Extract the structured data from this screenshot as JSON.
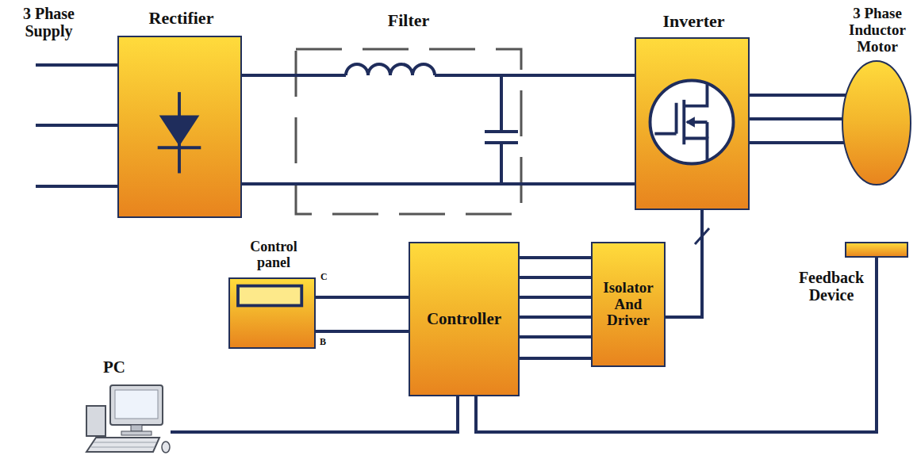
{
  "diagram": {
    "nodes": [
      {
        "text": [
          "Rectifier"
        ]
      },
      {
        "text": [
          "Filter"
        ]
      },
      {
        "text": [
          "Inverter"
        ]
      },
      {
        "text": [
          "3 Phase Inductor Motor"
        ]
      },
      {
        "text": [
          "Control panel"
        ]
      },
      {
        "text": [
          "Controller"
        ]
      },
      {
        "text": [
          "Isolator And Driver"
        ]
      },
      {
        "text": [
          "Feedback Device"
        ]
      },
      {
        "text": [
          "PC"
        ]
      }
    ],
    "edges": [
      {
        "from": 0,
        "to": 1,
        "arrow": "none"
      },
      {
        "from": 1,
        "to": 2,
        "arrow": "none"
      },
      {
        "from": 2,
        "to": 3,
        "arrow": "none"
      },
      {
        "from": 4,
        "to": 5,
        "arrow": "none"
      },
      {
        "from": 5,
        "to": 6,
        "arrow": "none"
      },
      {
        "from": 6,
        "to": 2,
        "arrow": "none"
      },
      {
        "from": 8,
        "to": 5,
        "arrow": "none"
      },
      {
        "from": 7,
        "to": 5,
        "arrow": "none"
      }
    ],
    "labels": [
      "3 Phase Supply",
      "C",
      "B"
    ]
  }
}
